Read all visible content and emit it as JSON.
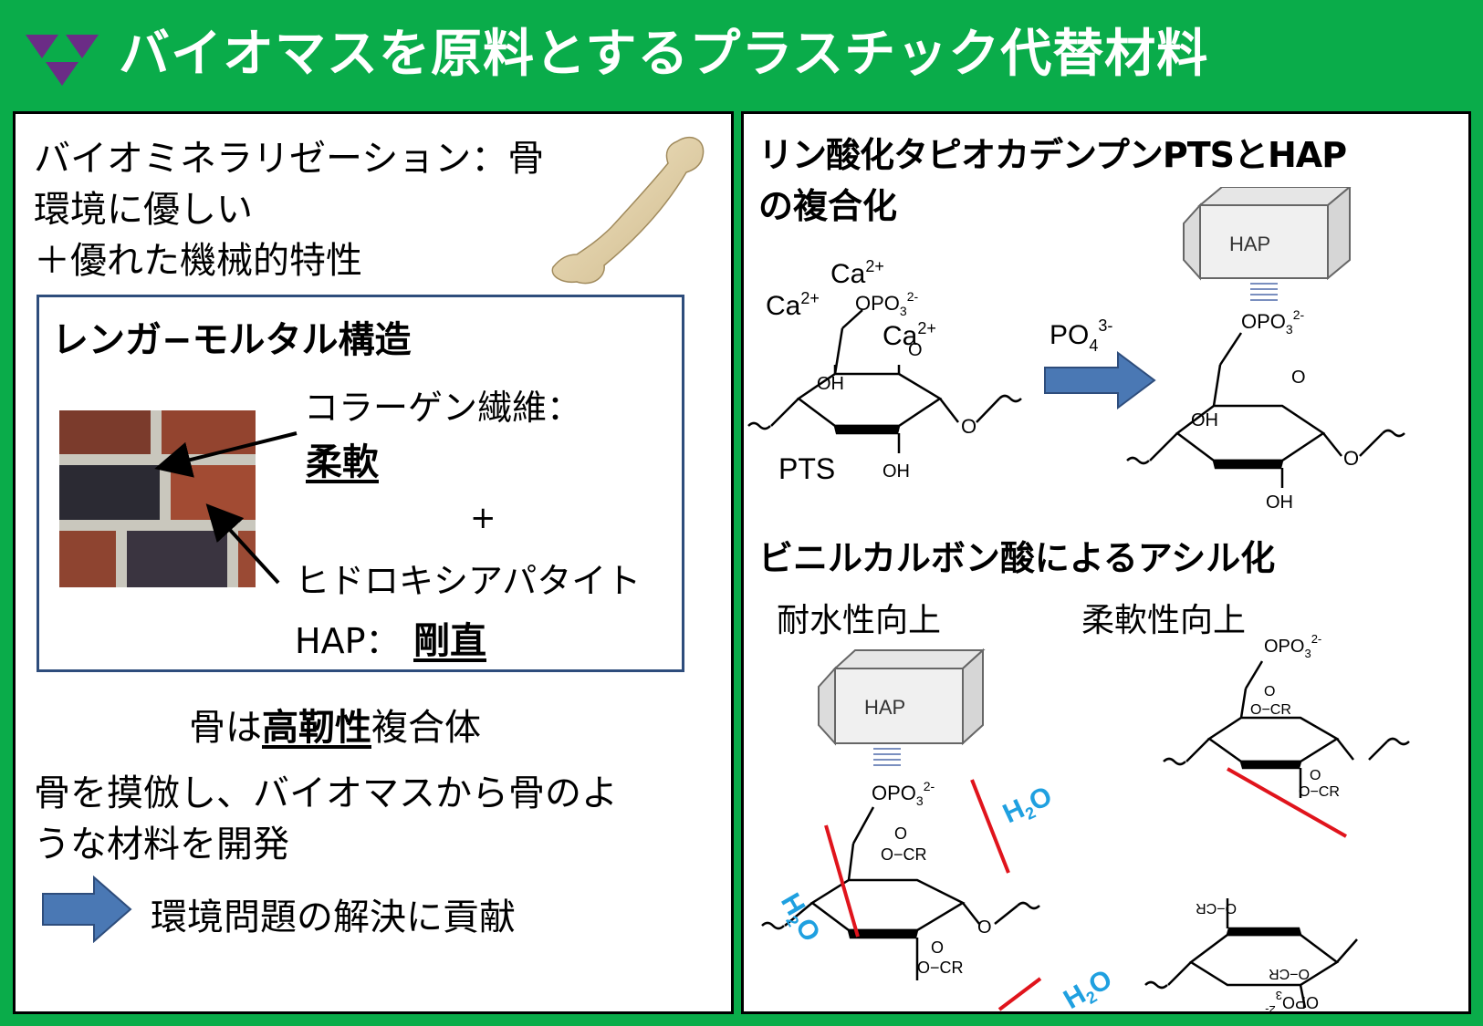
{
  "title": "バイオマスを原料とするプラスチック代替材料",
  "left": {
    "intro_line1": "バイオミネラリゼーション：骨",
    "intro_line2": "環境に優しい",
    "intro_line3": "＋優れた機械的特性",
    "brick_box": {
      "heading": "レンガ−モルタル構造",
      "collagen_label": "コラーゲン繊維：",
      "collagen_prop": "柔軟",
      "plus": "+",
      "hap_name": "ヒドロキシアパタイト",
      "hap_label": "HAP：",
      "hap_prop": "剛直"
    },
    "bone_pre": "骨は",
    "bone_key": "高靭性",
    "bone_post": "複合体",
    "mimic_line1": "骨を摸倣し、バイオマスから骨のよ",
    "mimic_line2": "うな材料を開発",
    "result": "環境問題の解決に貢献"
  },
  "right": {
    "heading_line1": "リン酸化タピオカデンプンPTSとHAP",
    "heading_line2": "の複合化",
    "ca_top": "Ca",
    "ca_left": "Ca",
    "ca_right": "Ca",
    "ca_charge": "2+",
    "opo3": "OPO",
    "opo3_sub": "3",
    "opo3_sup": "2-",
    "po4": "PO",
    "po4_sub": "4",
    "po4_sup": "3-",
    "pts_label": "PTS",
    "oh": "OH",
    "o": "O",
    "hap_box": "HAP",
    "cr": "O−CR",
    "carbonyl_o": "O",
    "acyl_heading": "ビニルカルボン酸によるアシル化",
    "water_res": "耐水性向上",
    "flex": "柔軟性向上",
    "h2o_h": "H",
    "h2o_2": "2",
    "h2o_o": "O"
  }
}
